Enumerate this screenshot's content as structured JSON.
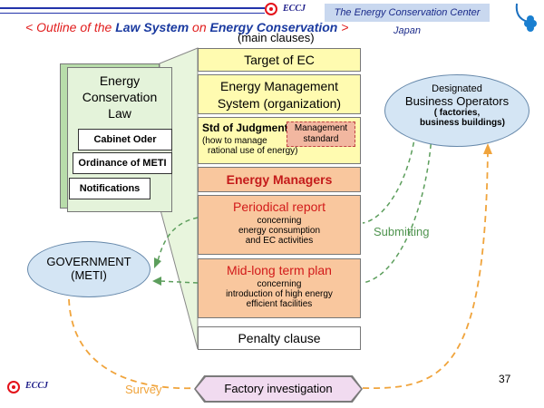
{
  "header": {
    "badge": "ECCJ",
    "org": "The Energy Conservation Center Japan",
    "title_prefix": "< Outline of the ",
    "title_law": "Law System",
    "title_on": " on ",
    "title_ec": "Energy Conservation",
    "title_suffix": " >"
  },
  "main_clauses_label": "(main clauses)",
  "law": {
    "title_l1": "Energy",
    "title_l2": "Conservation",
    "title_l3": "Law",
    "cabinet": "Cabinet Oder",
    "ordinance": "Ordinance of METI",
    "notifications": "Notifications"
  },
  "clauses": {
    "target": "Target of EC",
    "em_system_l1": "Energy Management",
    "em_system_l2": "System (organization)",
    "std_title": "Std of Judgment",
    "std_sub_l1": "(how to manage",
    "std_sub_l2": "rational use of energy)",
    "mgmt_std_l1": "Management",
    "mgmt_std_l2": "standard",
    "managers": "Energy Managers",
    "periodical_title": "Periodical report",
    "periodical_l1": "concerning",
    "periodical_l2": "energy consumption",
    "periodical_l3": "and EC activities",
    "midlong_title": "Mid-long term plan",
    "midlong_l1": "concerning",
    "midlong_l2": "introduction of high energy",
    "midlong_l3": "efficient facilities",
    "penalty": "Penalty clause"
  },
  "operators": {
    "l1": "Designated",
    "l2": "Business Operators",
    "l3": "( factories,",
    "l4": "business buildings)"
  },
  "government": {
    "l1": "GOVERNMENT",
    "l2": "(METI)"
  },
  "labels": {
    "submitting": "Submitting",
    "survey": "Survey",
    "factory": "Factory investigation",
    "page": "37",
    "footer_badge": "ECCJ"
  },
  "colors": {
    "title_red": "#e11d1d",
    "title_blue": "#1a3aa0",
    "yellow_box": "#fffbb0",
    "orange_box": "#f9c79e",
    "law_green": "#e4f3da",
    "ellipse_blue": "#d4e5f4",
    "dashed_green": "#5c9e5c",
    "dashed_orange": "#f0a43c",
    "managers_red": "#c41a1a"
  }
}
